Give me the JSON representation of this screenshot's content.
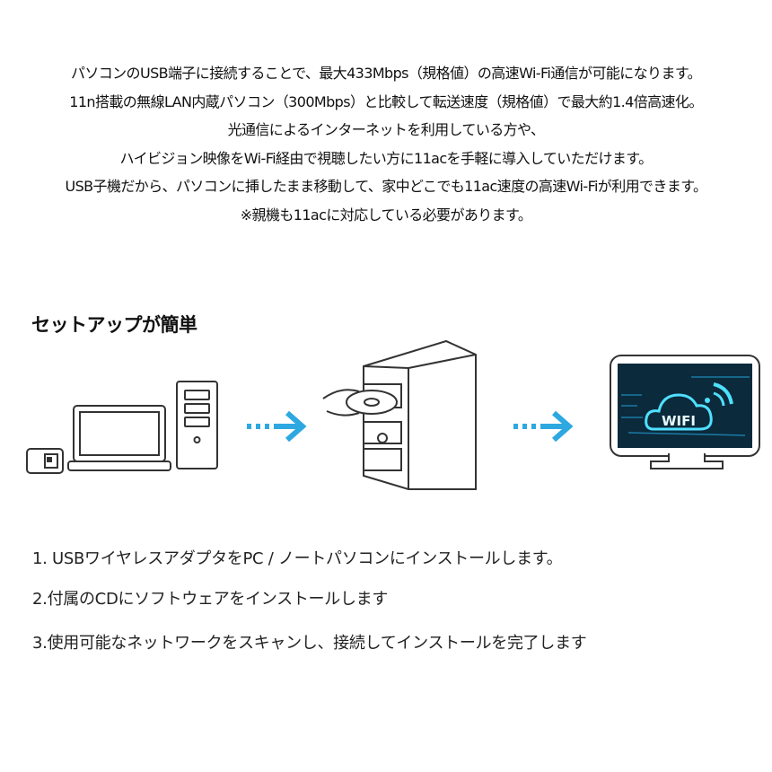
{
  "intro_lines": [
    "パソコンのUSB端子に接続することで、最大433Mbps（規格値）の高速Wi-Fi通信が可能になります。",
    "11n搭載の無線LAN内蔵パソコン（300Mbps）と比較して転送速度（規格値）で最大約1.4倍高速化。",
    "光通信によるインターネットを利用している方や、",
    "ハイビジョン映像をWi-Fi経由で視聴したい方に11acを手軽に導入していただけます。",
    "USB子機だから、パソコンに挿したまま移動して、家中どこでも11ac速度の高速Wi-Fiが利用できます。",
    "※親機も11acに対応している必要があります。"
  ],
  "setup": {
    "heading": "セットアップが簡単",
    "screen_label": "WIFI",
    "steps": [
      "1. USBワイヤレスアダプタをPC / ノートパソコンにインストールします。",
      "2.付属のCDにソフトウェアをインストールします",
      "3.使用可能なネットワークをスキャンし、接続してインストールを完了します"
    ]
  },
  "colors": {
    "arrow": "#2ea8e0",
    "screen": "#0b2a3c",
    "glow": "#4fe0ff"
  }
}
